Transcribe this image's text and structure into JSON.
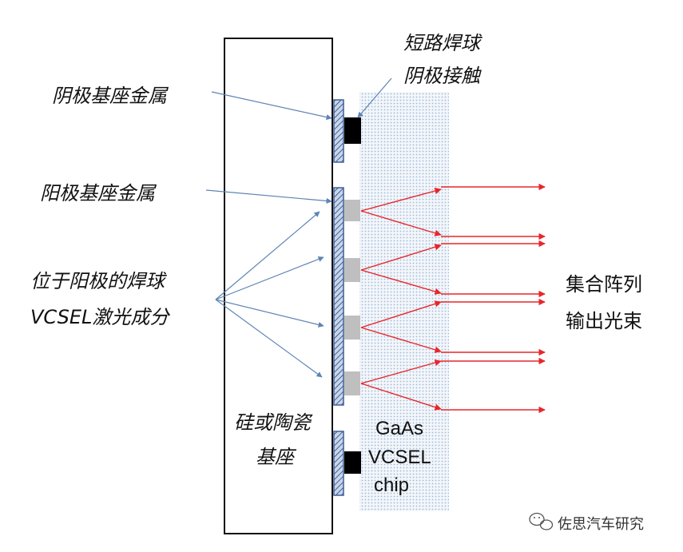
{
  "labels": {
    "short_ball_line1": "短路焊球",
    "short_ball_line2": "阴极接触",
    "cathode_metal": "阴极基座金属",
    "anode_metal": "阳极基座金属",
    "ball_line1": "位于阳极的焊球",
    "ball_line2": "VCSEL激光成分",
    "array_line1": "集合阵列",
    "array_line2": "输出光束",
    "substrate_line1": "硅或陶瓷",
    "substrate_line2": "基座",
    "chip_line1": "GaAs",
    "chip_line2": "VCSEL",
    "chip_line3": "chip"
  },
  "watermark": {
    "text": "佐思汽车研究",
    "icon": "wechat-icon"
  },
  "colors": {
    "beam": "#e8262b",
    "pointer": "#5d84b4",
    "chip_dots": "#9fbad6",
    "metal_hatch": "#3f5f96",
    "solder_ball": "#bfbfbf",
    "short_ball": "#000000"
  }
}
